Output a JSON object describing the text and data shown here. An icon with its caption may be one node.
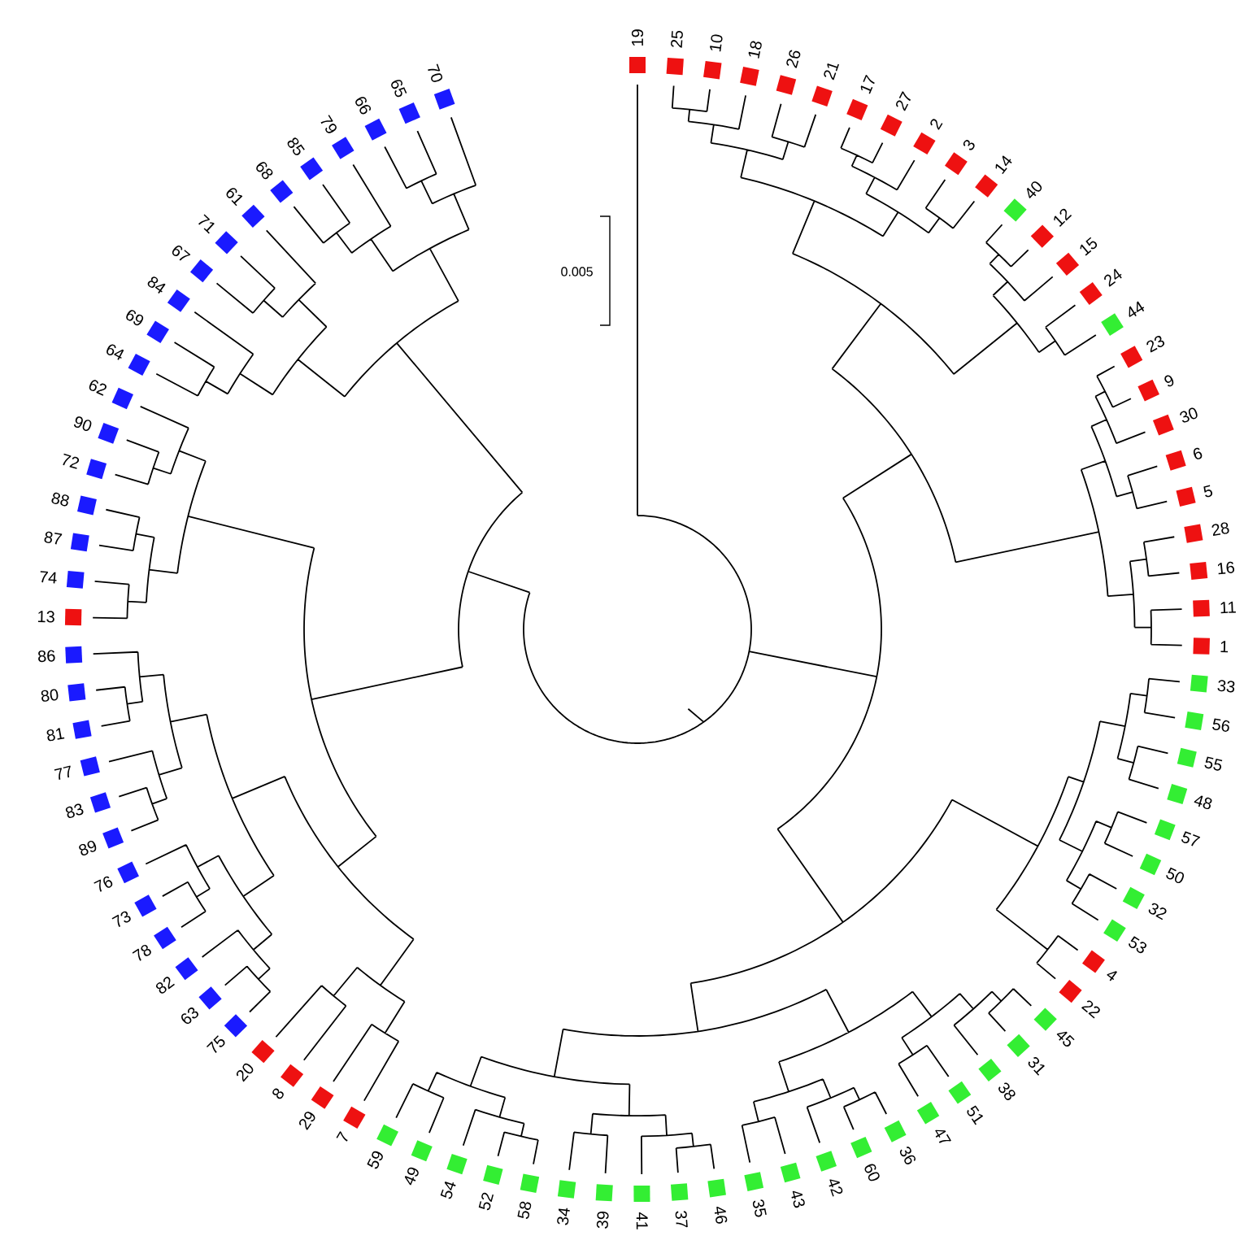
{
  "diagram": {
    "labels": [
      "0.005",
      "19",
      "25",
      "10",
      "18",
      "26",
      "21",
      "17",
      "27",
      "2",
      "3",
      "14",
      "40",
      "12",
      "15",
      "24",
      "44",
      "23",
      "9",
      "30",
      "6",
      "5",
      "28",
      "16",
      "11",
      "1",
      "33",
      "56",
      "55",
      "48",
      "57",
      "50",
      "32",
      "53",
      "4",
      "22",
      "45",
      "31",
      "38",
      "51",
      "47",
      "36",
      "60",
      "42",
      "43",
      "35",
      "46",
      "37",
      "41",
      "39",
      "34",
      "58",
      "52",
      "54",
      "49",
      "59",
      "7",
      "29",
      "8",
      "20",
      "75",
      "63",
      "82",
      "78",
      "73",
      "76",
      "89",
      "83",
      "77",
      "81",
      "80",
      "86",
      "13",
      "74",
      "87",
      "88",
      "72",
      "90",
      "62",
      "64",
      "69",
      "84",
      "67",
      "71",
      "61",
      "68",
      "85",
      "79",
      "66",
      "65",
      "70"
    ]
  }
}
